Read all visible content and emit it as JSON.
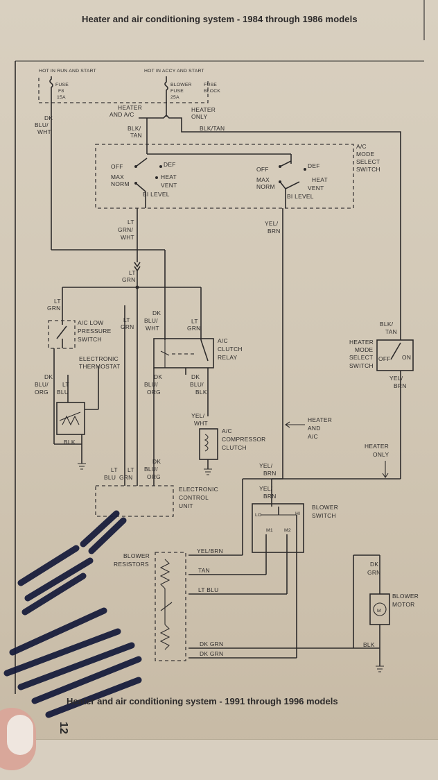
{
  "page": {
    "top_title": "Heater and air conditioning system - 1984 through 1986 models",
    "bottom_title": "Heater and air conditioning system - 1991 through 1996 models",
    "page_number": "12"
  },
  "power": {
    "hot_run_start": "HOT IN RUN AND START",
    "fuse_f8_a": "FUSE",
    "fuse_f8_b": "F8",
    "fuse_f8_c": "15A",
    "hot_accy_start": "HOT IN ACCY AND START",
    "blower_fuse_a": "BLOWER",
    "blower_fuse_b": "FUSE",
    "blower_fuse_c": "25A",
    "fuse_block_a": "FUSE",
    "fuse_block_b": "BLOCK",
    "heater_ac_a": "HEATER",
    "heater_ac_b": "AND A/C",
    "heater_only_a": "HEATER",
    "heater_only_b": "ONLY"
  },
  "wires": {
    "dk_blu_wht_a": "DK",
    "dk_blu_wht_b": "BLU/",
    "dk_blu_wht_c": "WHT",
    "blk_tan_a": "BLK/",
    "blk_tan_b": "TAN",
    "blk_tan_top": "BLK/TAN",
    "lt_grn_wht_a": "LT",
    "lt_grn_wht_b": "GRN/",
    "lt_grn_wht_c": "WHT",
    "yel_brn_a": "YEL/",
    "yel_brn_b": "BRN",
    "lt_grn_a": "LT",
    "lt_grn_b": "GRN",
    "lt_grn_left_a": "LT",
    "lt_grn_left_b": "GRN",
    "lt_grn_mid_a": "LT",
    "lt_grn_mid_b": "GRN",
    "dk_blu_wht_mid_a": "DK",
    "dk_blu_wht_mid_b": "BLU/",
    "dk_blu_wht_mid_c": "WHT",
    "lt_grn_relay_a": "LT",
    "lt_grn_relay_b": "GRN",
    "blk_tan_right_a": "BLK/",
    "blk_tan_right_b": "TAN",
    "dk_blu_org_left_a": "DK",
    "dk_blu_org_left_b": "BLU/",
    "dk_blu_org_left_c": "ORG",
    "lt_blu_a": "LT",
    "lt_blu_b": "BLU",
    "dk_blu_org_mid_a": "DK",
    "dk_blu_org_mid_b": "BLU/",
    "dk_blu_org_mid_c": "ORG",
    "dk_blu_blk_a": "DK",
    "dk_blu_blk_b": "BLU/",
    "dk_blu_blk_c": "BLK",
    "yel_brn_right_a": "YEL/",
    "yel_brn_right_b": "BRN",
    "yel_wht_a": "YEL/",
    "yel_wht_b": "WHT",
    "blk_therm": "BLK",
    "ecu_lt_blu_a": "LT",
    "ecu_lt_blu_b": "BLU",
    "ecu_lt_grn_a": "LT",
    "ecu_lt_grn_b": "GRN",
    "ecu_dk_blu_org_a": "DK",
    "ecu_dk_blu_org_b": "BLU/",
    "ecu_dk_blu_org_c": "ORG",
    "yel_brn_ecu_a": "YEL/",
    "yel_brn_ecu_b": "BRN",
    "yel_brn_sw_a": "YEL/",
    "yel_brn_sw_b": "BRN",
    "yel_brn_res": "YEL/BRN",
    "tan": "TAN",
    "lt_blu_res": "LT BLU",
    "dk_grn_1": "DK GRN",
    "dk_grn_2": "DK GRN",
    "dk_grn_motor_a": "DK",
    "dk_grn_motor_b": "GRN",
    "blk_motor": "BLK"
  },
  "components": {
    "ac_mode_a": "A/C",
    "ac_mode_b": "MODE",
    "ac_mode_c": "SELECT",
    "ac_mode_d": "SWITCH",
    "off_1": "OFF",
    "def_1": "DEF",
    "max_1": "MAX",
    "norm_1": "NORM",
    "heat_1": "HEAT",
    "vent_1": "VENT",
    "bilevel_1": "BI LEVEL",
    "off_2": "OFF",
    "def_2": "DEF",
    "max_2": "MAX",
    "norm_2": "NORM",
    "heat_2": "HEAT",
    "vent_2": "VENT",
    "bilevel_2": "BI LEVEL",
    "lps_a": "A/C LOW",
    "lps_b": "PRESSURE",
    "lps_c": "SWITCH",
    "therm_a": "ELECTRONIC",
    "therm_b": "THERMOSTAT",
    "relay_a": "A/C",
    "relay_b": "CLUTCH",
    "relay_c": "RELAY",
    "comp_a": "A/C",
    "comp_b": "COMPRESSOR",
    "comp_c": "CLUTCH",
    "hms_a": "HEATER",
    "hms_b": "MODE",
    "hms_c": "SELECT",
    "hms_d": "SWITCH",
    "hms_off": "OFF",
    "hms_on": "ON",
    "heater_ac_arrow_a": "HEATER",
    "heater_ac_arrow_b": "AND",
    "heater_ac_arrow_c": "A/C",
    "heater_only_arrow_a": "HEATER",
    "heater_only_arrow_b": "ONLY",
    "ecu_a": "ELECTRONIC",
    "ecu_b": "CONTROL",
    "ecu_c": "UNIT",
    "bsw_a": "BLOWER",
    "bsw_b": "SWITCH",
    "lo": "LO",
    "hi": "HI",
    "m1": "M1",
    "m2": "M2",
    "res_a": "BLOWER",
    "res_b": "RESISTORS",
    "motor_a": "BLOWER",
    "motor_b": "MOTOR",
    "motor_symbol": "M"
  }
}
